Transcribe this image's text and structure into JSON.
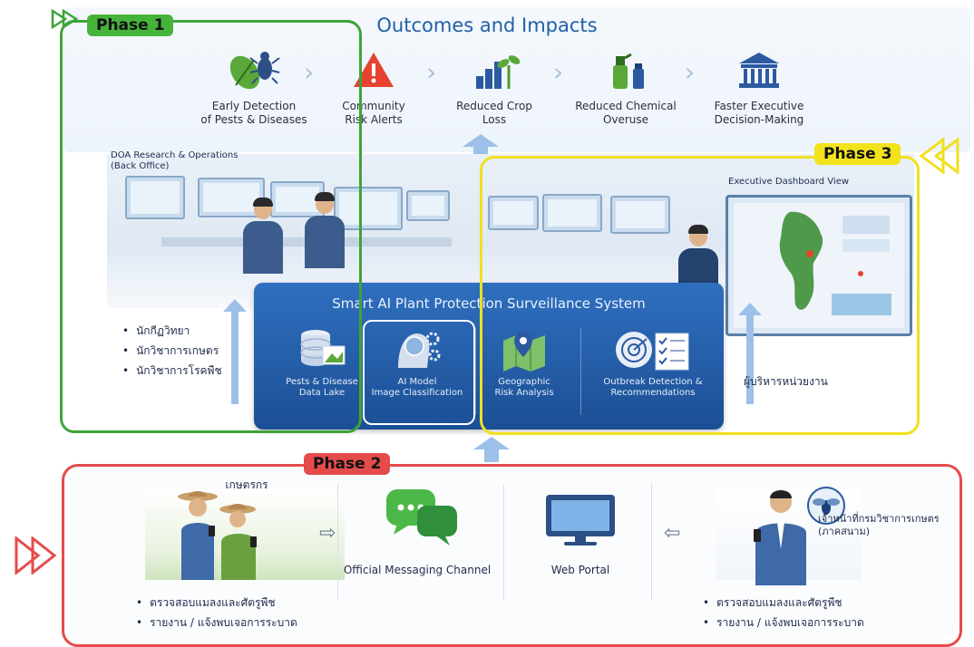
{
  "outcomes": {
    "title": "Outcomes and Impacts",
    "items": [
      {
        "label_1": "Early Detection",
        "label_2": "of Pests & Diseases",
        "icon": "leaf-bug-icon"
      },
      {
        "label_1": "Community",
        "label_2": "Risk Alerts",
        "icon": "warning-icon"
      },
      {
        "label_1": "Reduced Crop",
        "label_2": "Loss",
        "icon": "growth-chart-icon"
      },
      {
        "label_1": "Reduced Chemical",
        "label_2": "Overuse",
        "icon": "spray-bottle-icon"
      },
      {
        "label_1": "Faster Executive",
        "label_2": "Decision-Making",
        "icon": "government-building-icon"
      }
    ]
  },
  "back_office": {
    "label_1": "DOA Research & Operations",
    "label_2": "(Back Office)",
    "roles": [
      "นักกีฏวิทยา",
      "นักวิชาการเกษตร",
      "นักวิชาการโรคพืช"
    ]
  },
  "dashboard": {
    "label": "Executive Dashboard View",
    "role": "ผู้บริหารหน่วยงาน"
  },
  "system": {
    "title": "Smart AI Plant Protection Surveillance System",
    "components": [
      {
        "label_1": "Pests & Disease",
        "label_2": "Data Lake",
        "icon": "database-icon"
      },
      {
        "label_1": "AI Model",
        "label_2": "Image Classification",
        "icon": "ai-brain-icon"
      },
      {
        "label_1": "Geographic",
        "label_2": "Risk Analysis",
        "icon": "map-pin-icon"
      },
      {
        "label_1": "Outbreak Detection &",
        "label_2": "Recommendations",
        "icon": "radar-checklist-icon"
      }
    ]
  },
  "phases": {
    "phase1": "Phase 1",
    "phase2": "Phase 2",
    "phase3": "Phase 3"
  },
  "bottom": {
    "farmers_label": "เกษตรกร",
    "channel_label": "Official Messaging Channel",
    "portal_label": "Web Portal",
    "officer_label_1": "เจ้าหน้าที่กรมวิชาการเกษตร",
    "officer_label_2": "(ภาคสนาม)",
    "left_tasks": [
      "ตรวจสอบแมลงและศัตรูพืช",
      "รายงาน / แจ้งพบเจอการระบาด"
    ],
    "right_tasks": [
      "ตรวจสอบแมลงและศัตรูพืช",
      "รายงาน / แจ้งพบเจอการระบาด"
    ]
  },
  "colors": {
    "phase1": "#3fa33b",
    "phase2": "#e64b4b",
    "phase3": "#f0e020",
    "system_blue": "#2f6fbf",
    "title_blue": "#2060a8"
  }
}
